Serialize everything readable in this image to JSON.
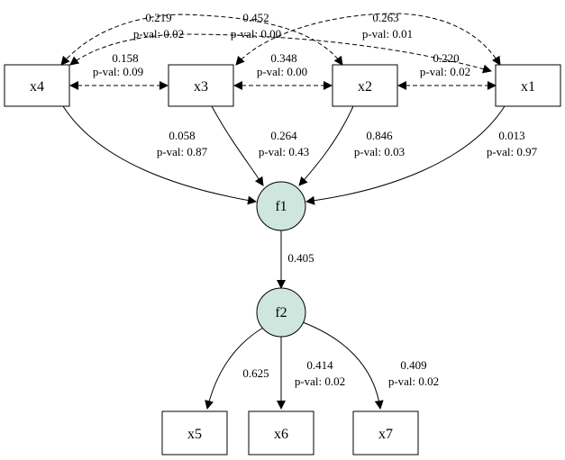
{
  "nodes": {
    "x4": "x4",
    "x3": "x3",
    "x2": "x2",
    "x1": "x1",
    "f1": "f1",
    "f2": "f2",
    "x5": "x5",
    "x6": "x6",
    "x7": "x7"
  },
  "covariances": [
    {
      "from": "x4",
      "to": "x3",
      "estimate": "0.158",
      "pval": "p-val: 0.09"
    },
    {
      "from": "x3",
      "to": "x2",
      "estimate": "0.348",
      "pval": "p-val: 0.00"
    },
    {
      "from": "x2",
      "to": "x1",
      "estimate": "0.220",
      "pval": "p-val: 0.02"
    },
    {
      "from": "x2",
      "to": "x4",
      "estimate": "0.219",
      "pval": "p-val: 0.02"
    },
    {
      "from": "x1",
      "to": "x4",
      "estimate": "0.452",
      "pval": "p-val: 0.00"
    },
    {
      "from": "x3",
      "to": "x1",
      "estimate": "0.263",
      "pval": "p-val: 0.01"
    }
  ],
  "regressions": [
    {
      "from": "x4",
      "to": "f1",
      "estimate": "0.058",
      "pval": "p-val: 0.87"
    },
    {
      "from": "x3",
      "to": "f1",
      "estimate": "0.264",
      "pval": "p-val: 0.43"
    },
    {
      "from": "x2",
      "to": "f1",
      "estimate": "0.846",
      "pval": "p-val: 0.03"
    },
    {
      "from": "x1",
      "to": "f1",
      "estimate": "0.013",
      "pval": "p-val: 0.97"
    },
    {
      "from": "f1",
      "to": "f2",
      "estimate": "0.405",
      "pval": ""
    }
  ],
  "loadings": [
    {
      "from": "f2",
      "to": "x5",
      "estimate": "0.625",
      "pval": ""
    },
    {
      "from": "f2",
      "to": "x6",
      "estimate": "0.414",
      "pval": "p-val: 0.02"
    },
    {
      "from": "f2",
      "to": "x7",
      "estimate": "0.409",
      "pval": "p-val: 0.02"
    }
  ],
  "colors": {
    "latent_fill": "#cfe6df",
    "stroke": "#000000"
  }
}
